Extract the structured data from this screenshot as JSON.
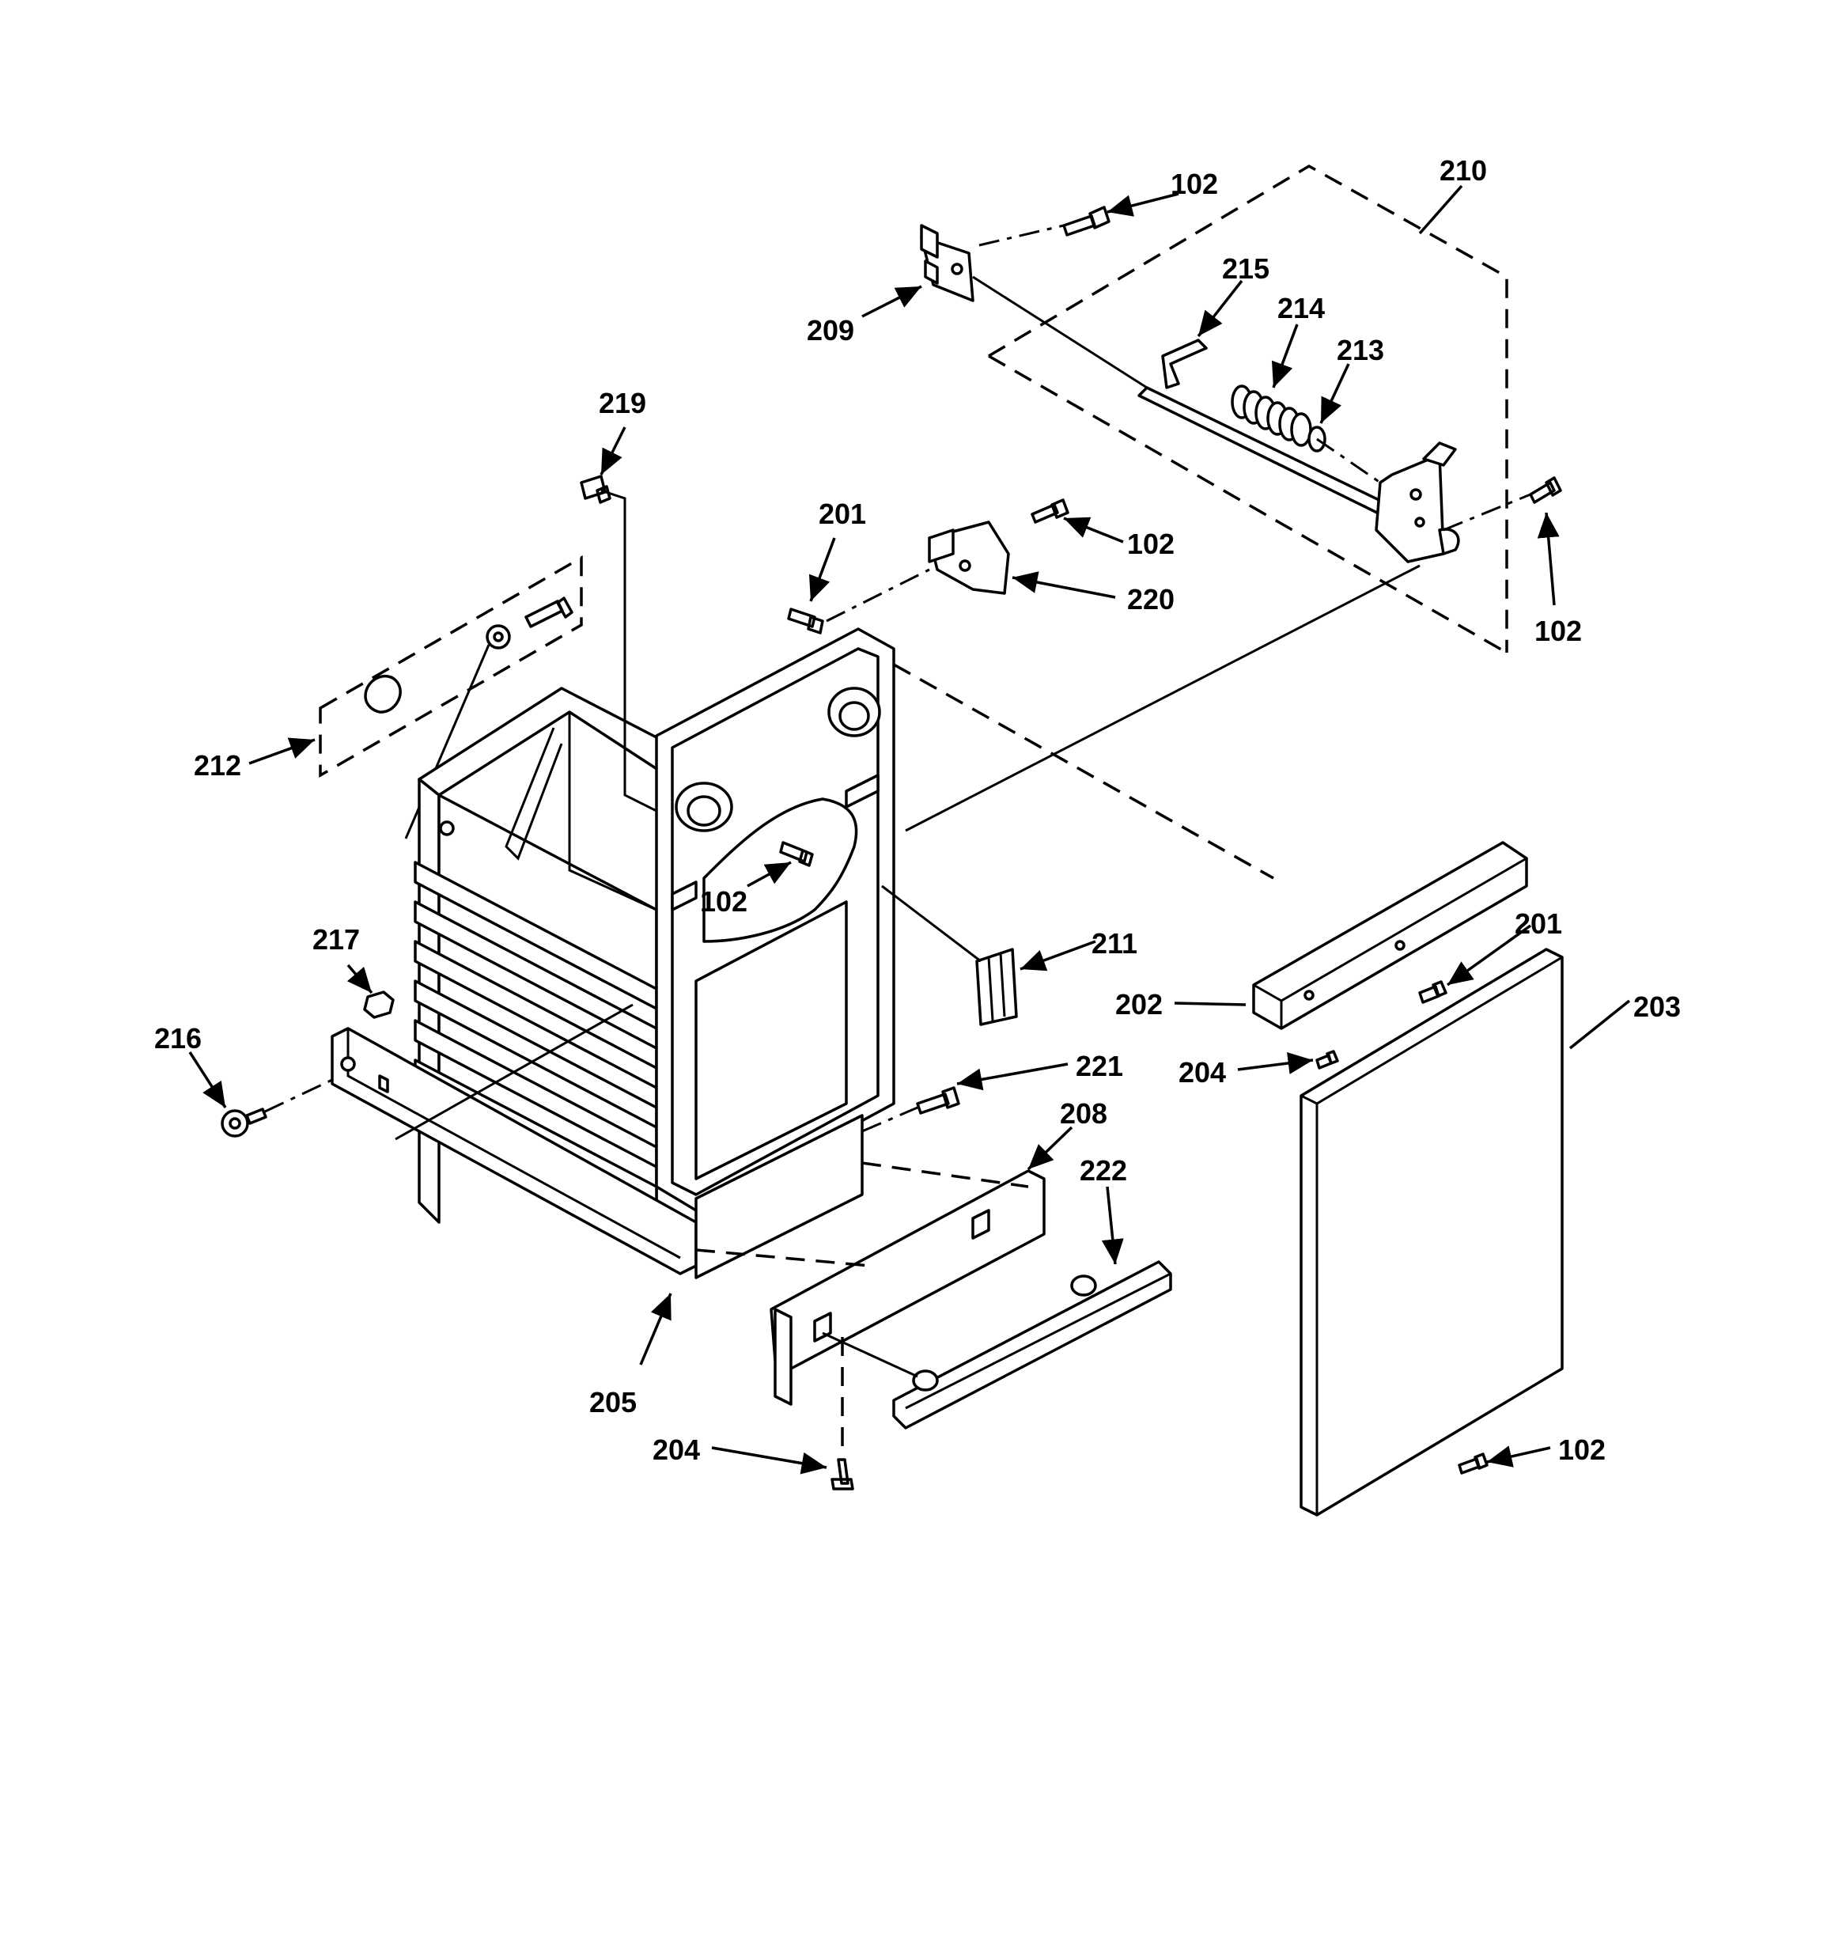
{
  "callouts": {
    "c102_a": "102",
    "c210": "210",
    "c209": "209",
    "c215": "215",
    "c214": "214",
    "c213": "213",
    "c219": "219",
    "c201_a": "201",
    "c102_b": "102",
    "c220": "220",
    "c102_c": "102",
    "c212": "212",
    "c102_d": "102",
    "c217": "217",
    "c211": "211",
    "c216": "216",
    "c201_b": "201",
    "c202": "202",
    "c203": "203",
    "c204_a": "204",
    "c221": "221",
    "c208": "208",
    "c222": "222",
    "c205": "205",
    "c204_b": "204",
    "c102_e": "102"
  }
}
